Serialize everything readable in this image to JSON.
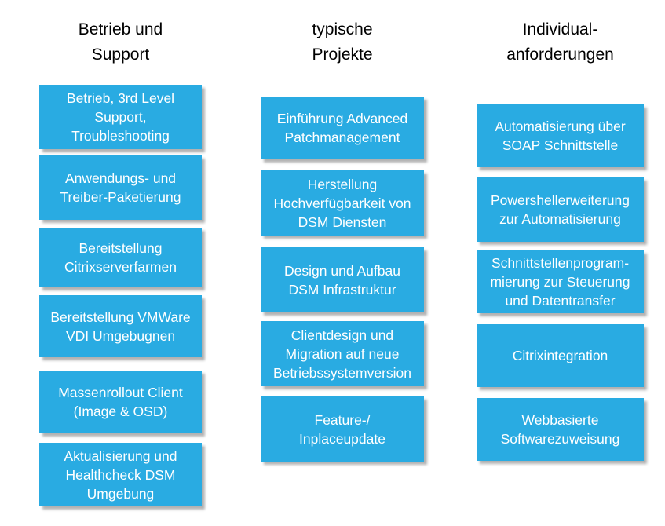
{
  "colors": {
    "box_fill": "#29ABE2",
    "box_text": "#ffffff",
    "header_text": "#000000",
    "background": "#ffffff"
  },
  "columns": [
    {
      "header": "Betrieb und\nSupport",
      "boxes": [
        {
          "label": "Betrieb, 3rd Level\nSupport,\nTroubleshooting"
        },
        {
          "label": "Anwendungs- und\nTreiber-Paketierung"
        },
        {
          "label": "Bereitstellung\nCitrixserverfarmen"
        },
        {
          "label": "Bereitstellung VMWare\nVDI Umgebugnen"
        },
        {
          "label": "Massenrollout Client\n(Image & OSD)"
        },
        {
          "label": "Aktualisierung und\nHealthcheck DSM\nUmgebung"
        }
      ]
    },
    {
      "header": "typische\nProjekte",
      "boxes": [
        {
          "label": "Einführung Advanced\nPatchmanagement"
        },
        {
          "label": "Herstellung\nHochverfügbarkeit von\nDSM Diensten"
        },
        {
          "label": "Design und Aufbau\nDSM Infrastruktur"
        },
        {
          "label": "Clientdesign und\nMigration auf neue\nBetriebssystemversion"
        },
        {
          "label": "Feature-/\nInplaceupdate"
        }
      ]
    },
    {
      "header": "Individual-\nanforderungen",
      "boxes": [
        {
          "label": "Automatisierung über\nSOAP Schnittstelle"
        },
        {
          "label": "Powershellerweiterung\nzur Automatisierung"
        },
        {
          "label": "Schnittstellenprogram-\nmierung zur Steuerung\nund Datentransfer"
        },
        {
          "label": "Citrixintegration"
        },
        {
          "label": "Webbasierte\nSoftwarezuweisung"
        }
      ]
    }
  ]
}
